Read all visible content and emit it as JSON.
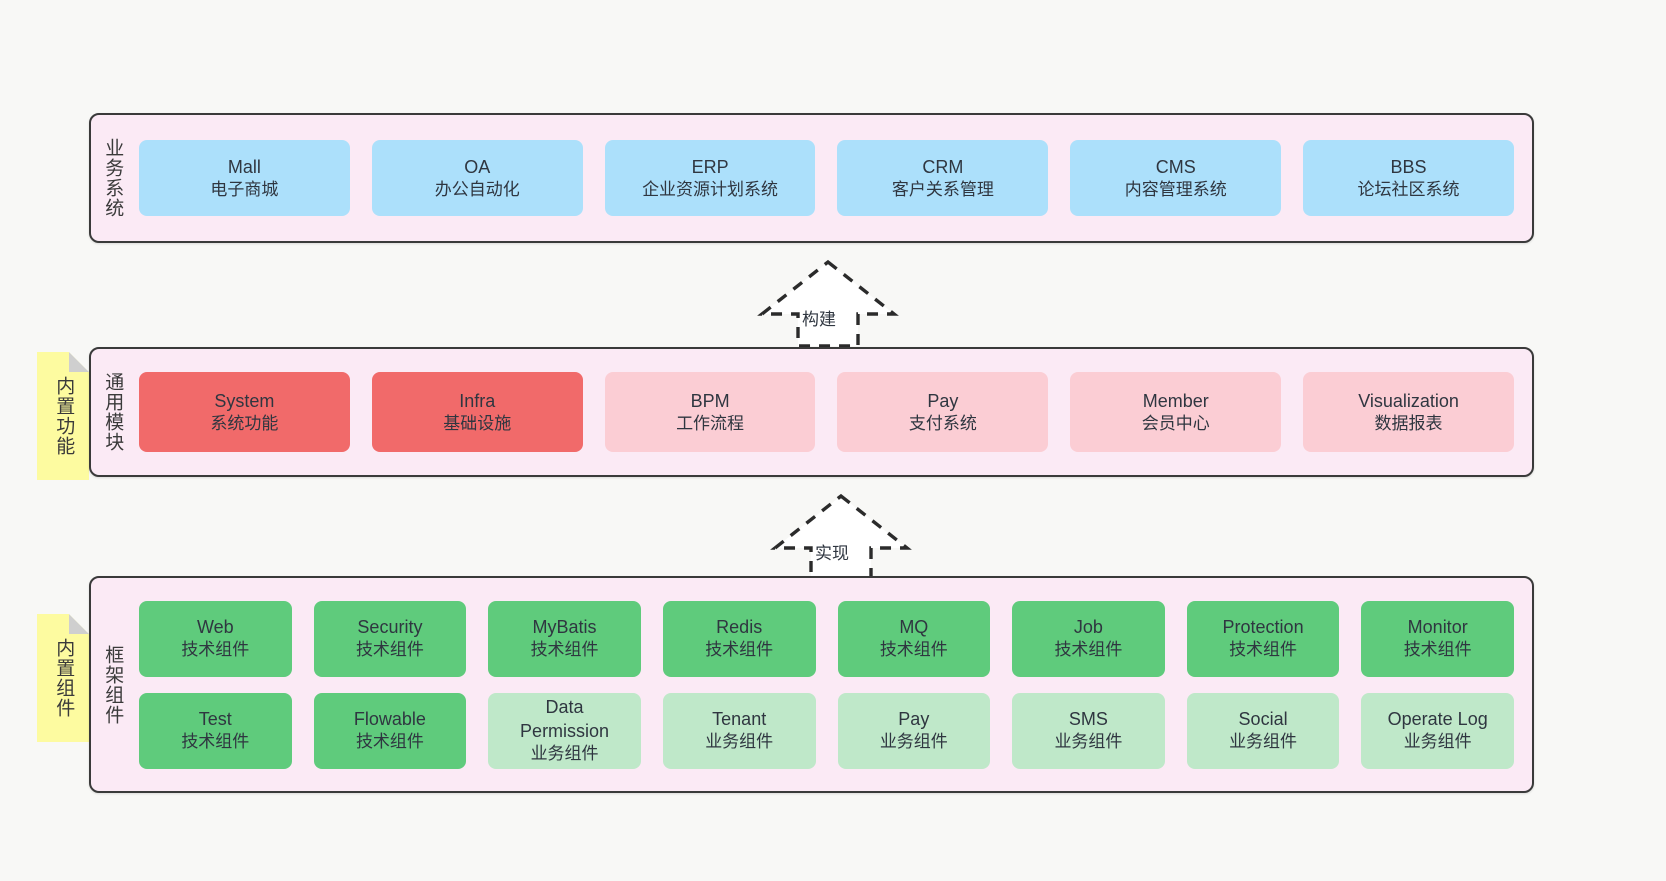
{
  "diagram": {
    "background": "#f8f8f6",
    "panel_bg": "#fbeaf5",
    "panel_border": "#3a3a3a",
    "note_bg": "#fdfba0",
    "colors": {
      "business": "#ace0fb",
      "module_core": "#f16a6a",
      "module_plain": "#fbcdd4",
      "tech_component": "#5fcb7c",
      "biz_component": "#bfe8c9"
    }
  },
  "layers": {
    "business": {
      "title": "业务系统",
      "items": [
        {
          "en": "Mall",
          "cn": "电子商城"
        },
        {
          "en": "OA",
          "cn": "办公自动化"
        },
        {
          "en": "ERP",
          "cn": "企业资源计划系统"
        },
        {
          "en": "CRM",
          "cn": "客户关系管理"
        },
        {
          "en": "CMS",
          "cn": "内容管理系统"
        },
        {
          "en": "BBS",
          "cn": "论坛社区系统"
        }
      ]
    },
    "module": {
      "title": "通用模块",
      "note": "内置功能",
      "items": [
        {
          "en": "System",
          "cn": "系统功能",
          "style": "c-red"
        },
        {
          "en": "Infra",
          "cn": "基础设施",
          "style": "c-red"
        },
        {
          "en": "BPM",
          "cn": "工作流程",
          "style": "c-pink"
        },
        {
          "en": "Pay",
          "cn": "支付系统",
          "style": "c-pink"
        },
        {
          "en": "Member",
          "cn": "会员中心",
          "style": "c-pink"
        },
        {
          "en": "Visualization",
          "cn": "数据报表",
          "style": "c-pink"
        }
      ]
    },
    "framework": {
      "title": "框架组件",
      "note": "内置组件",
      "row1": [
        {
          "en": "Web",
          "cn": "技术组件",
          "style": "c-green"
        },
        {
          "en": "Security",
          "cn": "技术组件",
          "style": "c-green"
        },
        {
          "en": "MyBatis",
          "cn": "技术组件",
          "style": "c-green"
        },
        {
          "en": "Redis",
          "cn": "技术组件",
          "style": "c-green"
        },
        {
          "en": "MQ",
          "cn": "技术组件",
          "style": "c-green"
        },
        {
          "en": "Job",
          "cn": "技术组件",
          "style": "c-green"
        },
        {
          "en": "Protection",
          "cn": "技术组件",
          "style": "c-green"
        },
        {
          "en": "Monitor",
          "cn": "技术组件",
          "style": "c-green"
        }
      ],
      "row2": [
        {
          "en": "Test",
          "cn": "技术组件",
          "style": "c-green"
        },
        {
          "en": "Flowable",
          "cn": "技术组件",
          "style": "c-green"
        },
        {
          "en": "Data Permission",
          "cn": "业务组件",
          "style": "c-lgreen"
        },
        {
          "en": "Tenant",
          "cn": "业务组件",
          "style": "c-lgreen"
        },
        {
          "en": "Pay",
          "cn": "业务组件",
          "style": "c-lgreen"
        },
        {
          "en": "SMS",
          "cn": "业务组件",
          "style": "c-lgreen"
        },
        {
          "en": "Social",
          "cn": "业务组件",
          "style": "c-lgreen"
        },
        {
          "en": "Operate Log",
          "cn": "业务组件",
          "style": "c-lgreen"
        }
      ]
    }
  },
  "connectors": [
    {
      "label": "构建"
    },
    {
      "label": "实现"
    }
  ]
}
